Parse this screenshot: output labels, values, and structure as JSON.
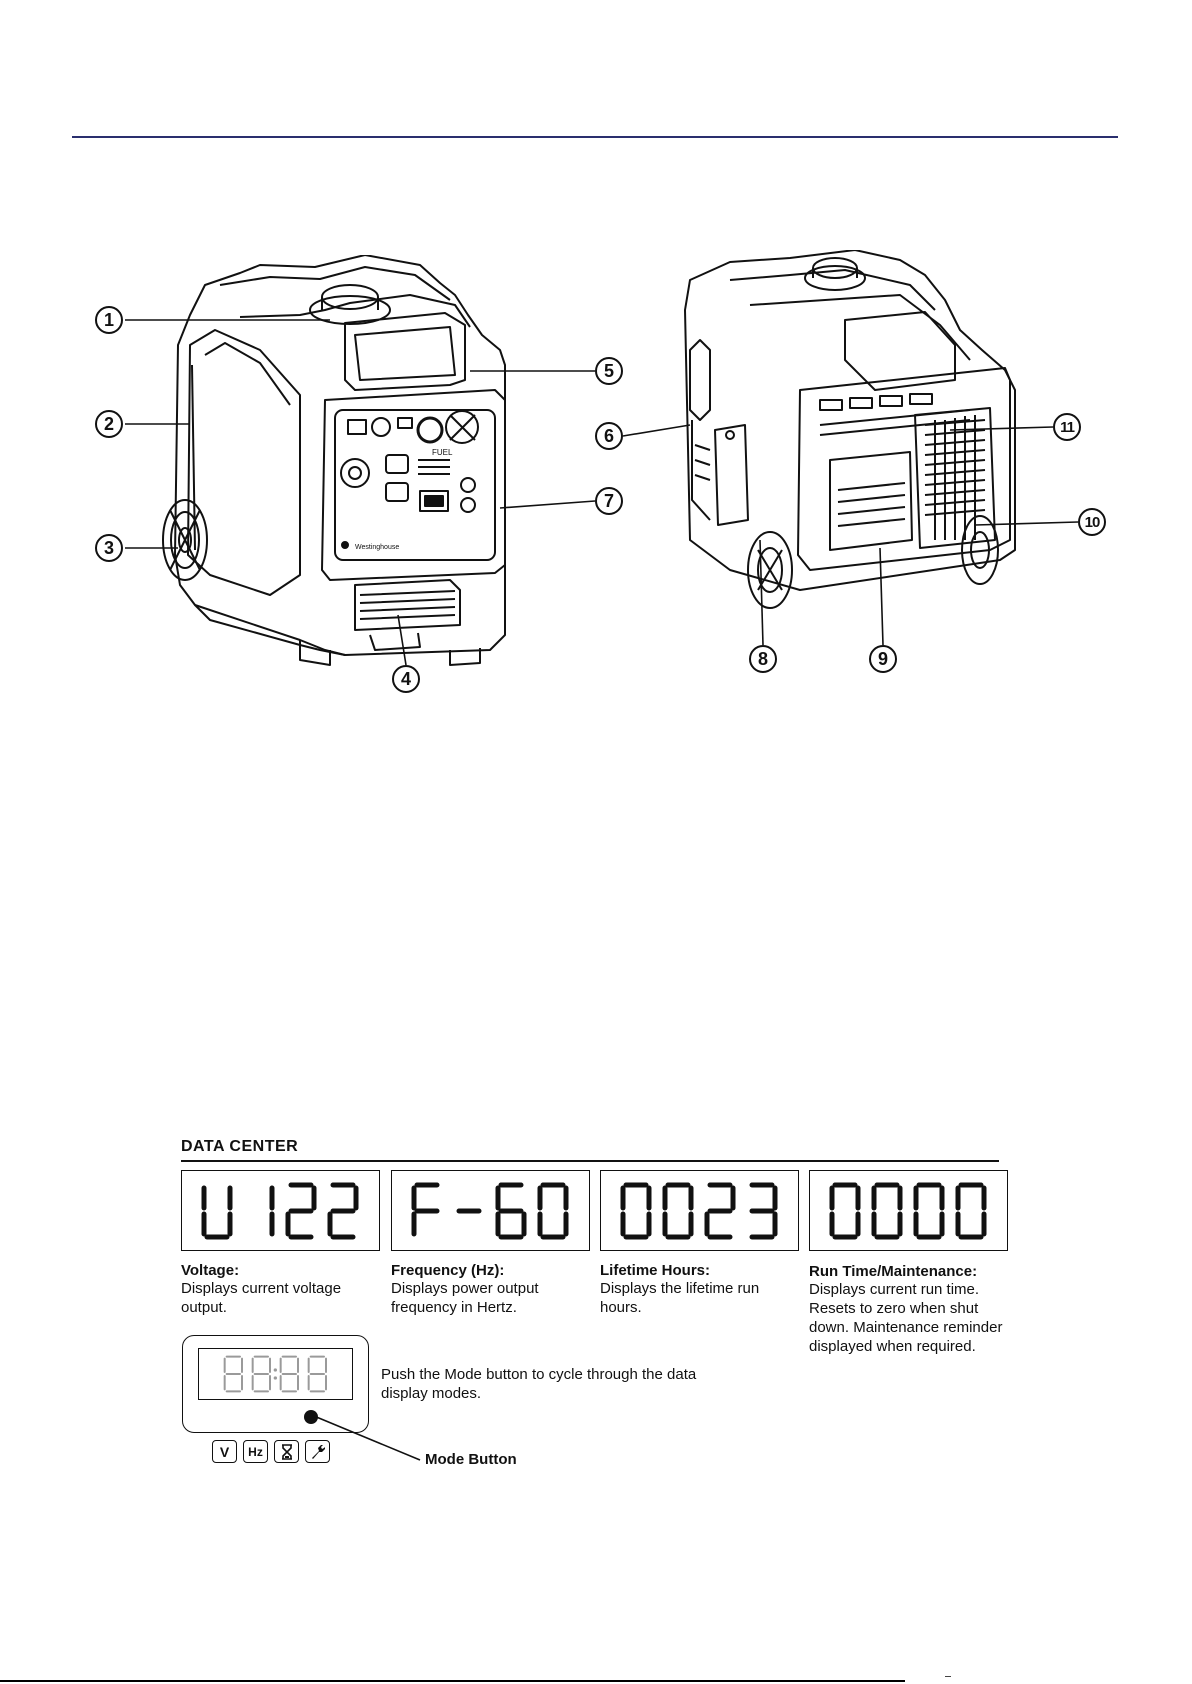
{
  "callouts": [
    "1",
    "2",
    "3",
    "4",
    "5",
    "6",
    "7",
    "8",
    "9",
    "10",
    "11"
  ],
  "front_view": {
    "brand": "Westinghouse",
    "panel_text": "FUEL"
  },
  "data_center": {
    "title": "DATA CENTER",
    "modes": [
      {
        "display": "U122",
        "label": "Voltage:",
        "description": "Displays current voltage output."
      },
      {
        "display": "F-60",
        "label": "Frequency (Hz):",
        "description": "Displays power output frequency in Hertz."
      },
      {
        "display": "0023",
        "label": "Lifetime Hours:",
        "description": "Displays the lifetime run hours."
      },
      {
        "display": "0000",
        "label": "Run Time/Maintenance:",
        "description": "Displays current run time. Resets to zero when shut down. Maintenance reminder displayed when required."
      }
    ],
    "panel_display": "88:88",
    "instruction": "Push the Mode button to cycle through the data display modes.",
    "mode_button_label": "Mode Button",
    "icons": [
      {
        "name": "voltage-icon",
        "text": "V"
      },
      {
        "name": "hertz-icon",
        "text": "Hz"
      },
      {
        "name": "hourglass-icon",
        "text": ""
      },
      {
        "name": "wrench-icon",
        "text": ""
      }
    ]
  },
  "colors": {
    "top_rule": "#2a2f6e",
    "ink": "#111111",
    "lcd_dim": "#9a9a9a"
  }
}
